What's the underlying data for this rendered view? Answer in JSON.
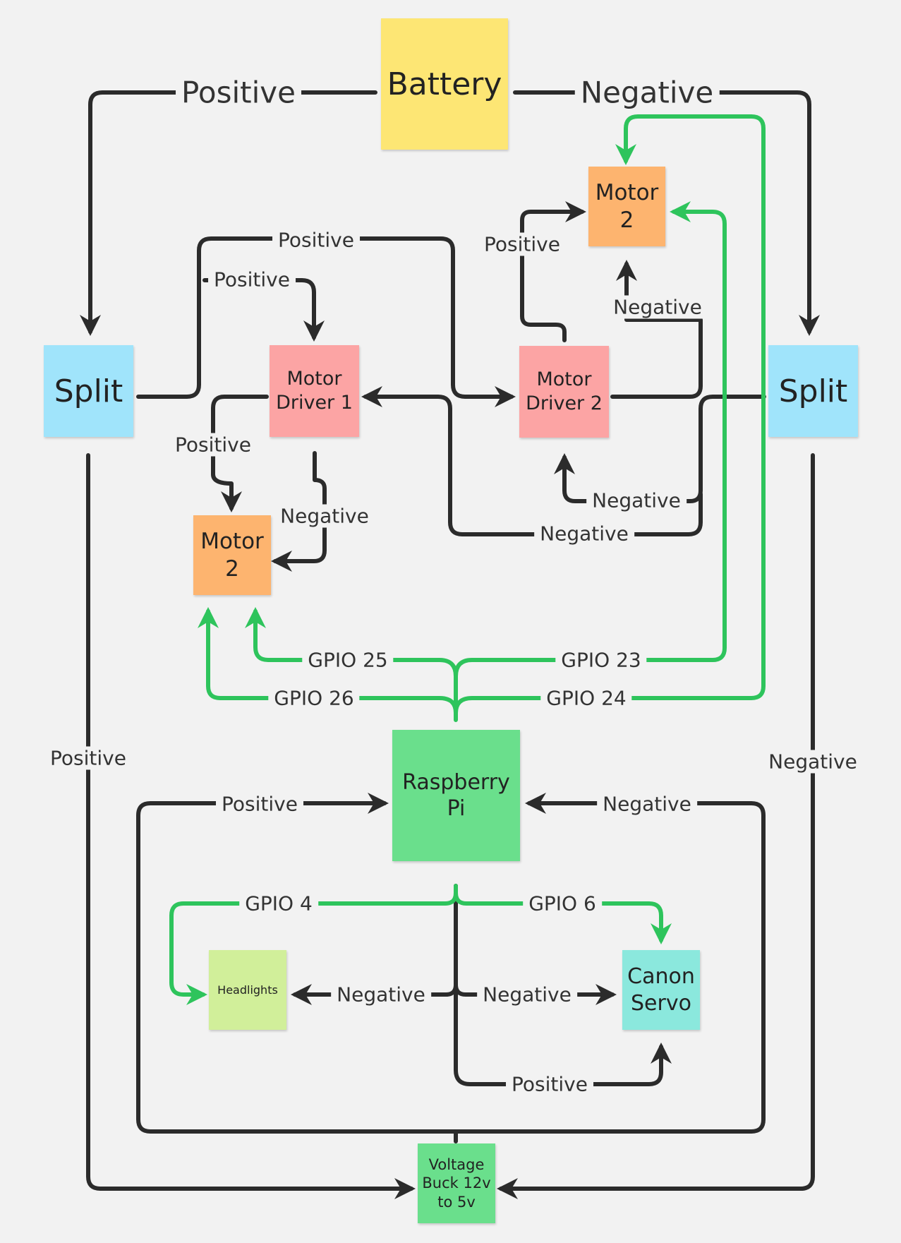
{
  "colors": {
    "background": "#f2f2f2",
    "wire": "#2b2b2b",
    "gpio": "#2ec45c",
    "battery": "#fde674",
    "split": "#a0e4fb",
    "motor": "#fdb46f",
    "driver": "#fca4a4",
    "pi": "#6adf8c",
    "headlights": "#d1ef9a",
    "servo": "#8be8dd",
    "buck": "#6adf8c"
  },
  "nodes": {
    "battery": "Battery",
    "split_left": "Split",
    "split_right": "Split",
    "motor_top": "Motor\n2",
    "motor_left": "Motor\n2",
    "driver1": "Motor\nDriver 1",
    "driver2": "Motor\nDriver 2",
    "pi": "Raspberry\nPi",
    "headlights": "Headlights",
    "servo": "Canon\nServo",
    "buck": "Voltage\nBuck 12v\nto 5v"
  },
  "labels": {
    "battery_positive": "Positive",
    "battery_negative": "Negative",
    "split_to_driver2_positive": "Positive",
    "split_to_driver1_positive": "Positive",
    "driver2_motor_positive": "Positive",
    "driver2_motor_negative": "Negative",
    "driver1_motor_positive": "Positive",
    "driver1_motor_negative": "Negative",
    "split_to_driver2_negative": "Negative",
    "split_to_driver1_negative": "Negative",
    "gpio25": "GPIO 25",
    "gpio23": "GPIO 23",
    "gpio26": "GPIO 26",
    "gpio24": "GPIO 24",
    "left_split_positive": "Positive",
    "right_split_negative": "Negative",
    "pi_positive": "Positive",
    "pi_negative": "Negative",
    "gpio4": "GPIO 4",
    "gpio6": "GPIO 6",
    "headlights_negative": "Negative",
    "servo_negative": "Negative",
    "servo_positive": "Positive"
  }
}
